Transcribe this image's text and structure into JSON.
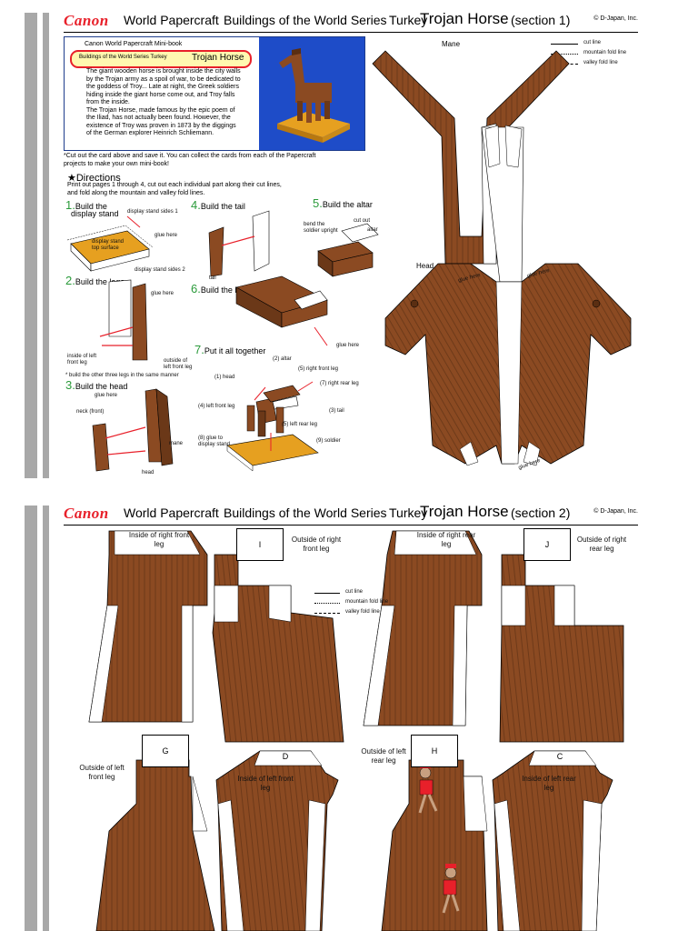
{
  "brand": "Canon",
  "colors": {
    "brand_red": "#e8202a",
    "wood": "#8b4a22",
    "wood_grain": "#5a2e12",
    "step_number": "#2a9a3a",
    "card_border": "#1e3c8c",
    "card_image_bg": "#1e4cc8",
    "gold": "#e6a020"
  },
  "section1": {
    "header": {
      "series": "World Papercraft",
      "subseries": "Buildings of the World Series",
      "country": "Turkey",
      "title": "Trojan Horse",
      "section": "(section 1)",
      "copyright": "© D-Japan, Inc."
    },
    "card": {
      "heading": "Canon World Papercraft Mini-book",
      "badge_series": "Buildings of the World Series Turkey",
      "badge_title": "Trojan Horse",
      "body": [
        "The giant wooden horse is brought inside the city walls",
        "by the Trojan army as a spoil of war, to be dedicated to",
        "the goddess of Troy... Late at night, the Greek soldiers",
        "hiding inside the giant horse come out, and Troy falls",
        "from the inside.",
        "The Trojan Horse, made famous by the epic poem of",
        "the Iliad, has not actually been found.  However, the",
        "existence of Troy was proven in 1873 by the diggings",
        "of the German explorer Heinrich Schliemann."
      ]
    },
    "card_note": [
      "*Cut out the card above and save it.  You can collect the cards from each of the Papercraft",
      "projects to make your own mini-book!"
    ],
    "directions": {
      "title": "★Directions",
      "intro": [
        "Print out pages 1 through 4, cut out each individual part along their cut lines,",
        "and fold along the mountain and valley fold lines."
      ],
      "steps": [
        {
          "num": "1.",
          "label": "Build the",
          "label2": "display stand"
        },
        {
          "num": "2.",
          "label": "Build the legs"
        },
        {
          "num": "3.",
          "label": "Build the head"
        },
        {
          "num": "4.",
          "label": "Build the tail"
        },
        {
          "num": "5.",
          "label": "Build the altar"
        },
        {
          "num": "6.",
          "label": "Build the body"
        },
        {
          "num": "7.",
          "label": "Put it all together"
        }
      ],
      "labels": {
        "stand_sides1": "display stand sides 1",
        "glue_here": "glue here",
        "stand_top": "display stand top surface",
        "stand_sides2": "display stand sides 2",
        "inside_left_front": "inside of left front leg",
        "outside_left_front": "outside of left front leg",
        "other_legs_note": "* build the other three legs in the same manner",
        "neck_front": "neck (front)",
        "mane": "mane",
        "head": "head",
        "tail": "tail",
        "bend_soldier": "bend the soldier upright",
        "cut_out": "cut out",
        "altar": "altar",
        "a2_altar": "(2) altar",
        "a1_head": "(1) head",
        "a5_right_rear": "(5) right front leg",
        "a7_right_rear": "(7) right rear leg",
        "a4_left_front": "(4) left front leg",
        "a3_tail": "(3) tail",
        "a5_left_rear": "(5) left rear leg",
        "a8_glue": "(8) glue to display stand",
        "a9_soldier": "(9) soldier"
      }
    },
    "legend": {
      "cut": "cut line",
      "mountain": "mountain fold line",
      "valley": "valley fold line"
    },
    "part_labels": {
      "mane": "Mane",
      "head": "Head",
      "glue_here": "glue here"
    }
  },
  "section2": {
    "header": {
      "series": "World Papercraft",
      "subseries": "Buildings of the World Series",
      "country": "Turkey",
      "title": "Trojan Horse",
      "section": "(section 2)",
      "copyright": "© D-Japan, Inc."
    },
    "legend": {
      "cut": "cut line",
      "mountain": "mountain fold line",
      "valley": "valley fold line"
    },
    "pieces": {
      "inside_right_front": "Inside of right front leg",
      "I": "I",
      "outside_right_front": "Outside of right front leg",
      "inside_right_rear": "Inside of right rear leg",
      "J": "J",
      "outside_right_rear": "Outside of right rear leg",
      "G": "G",
      "outside_left_front": "Outside of left front leg",
      "D": "D",
      "inside_left_front": "Inside of left front leg",
      "outside_left_rear": "Outside of left rear leg",
      "H": "H",
      "C": "C",
      "inside_left_rear": "Inside of left rear leg"
    }
  }
}
